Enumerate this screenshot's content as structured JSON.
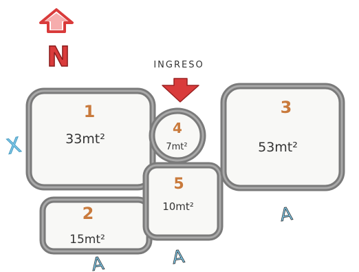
{
  "north_label": "N",
  "entrance_label": "INGRESO",
  "rooms": [
    {
      "number": "1",
      "area": "33mt²"
    },
    {
      "number": "2",
      "area": "15mt²"
    },
    {
      "number": "3",
      "area": "53mt²"
    },
    {
      "number": "4",
      "area": "7mt²"
    },
    {
      "number": "5",
      "area": "10mt²"
    }
  ],
  "marks": {
    "a": "A",
    "x": "X"
  },
  "colors": {
    "wall_outer": "#7a7a7a",
    "wall_inner": "#a9a9a9",
    "room_fill": "#f8f8f6",
    "arrow_red": "#d93b3b",
    "number_orange": "#c97a3c",
    "mark_blue": "#7cc6e6",
    "ink": "#333333"
  },
  "icons": [
    "north-arrow-icon",
    "entrance-arrow-icon"
  ]
}
